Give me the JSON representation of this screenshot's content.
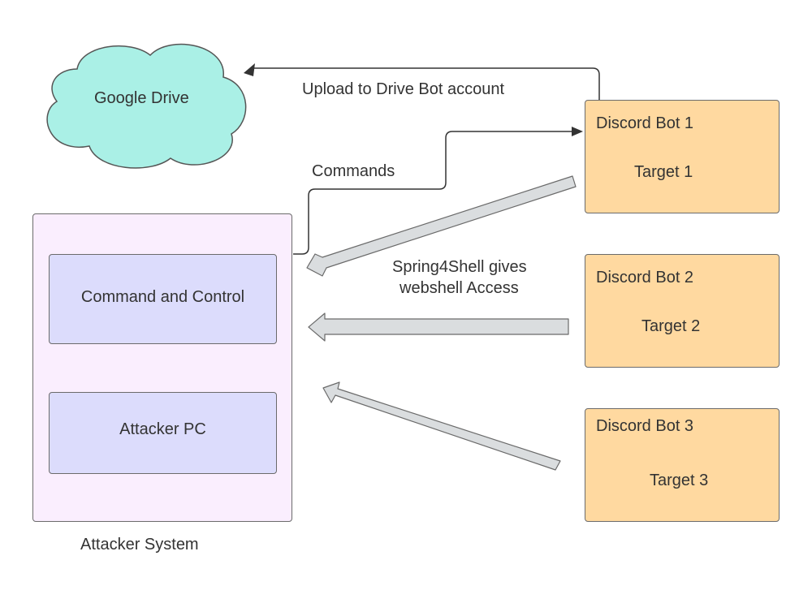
{
  "cloud": {
    "label": "Google Drive",
    "color": "#aaf0e6"
  },
  "attacker_system": {
    "caption": "Attacker System",
    "color": "#faeefe",
    "modules": [
      {
        "label": "Command and Control"
      },
      {
        "label": "Attacker PC"
      }
    ]
  },
  "bots": [
    {
      "title": "Discord Bot 1",
      "target": "Target 1"
    },
    {
      "title": "Discord Bot 2",
      "target": "Target 2"
    },
    {
      "title": "Discord Bot 3",
      "target": "Target 3"
    }
  ],
  "connections": {
    "upload_label": "Upload to Drive Bot account",
    "commands_label": "Commands",
    "exploit_label_line1": "Spring4Shell gives",
    "exploit_label_line2": "webshell Access"
  },
  "colors": {
    "bot_fill": "#ffd9a0",
    "module_fill": "#dcdcfc",
    "block_arrow_fill": "#dadddf",
    "line": "#333333"
  }
}
